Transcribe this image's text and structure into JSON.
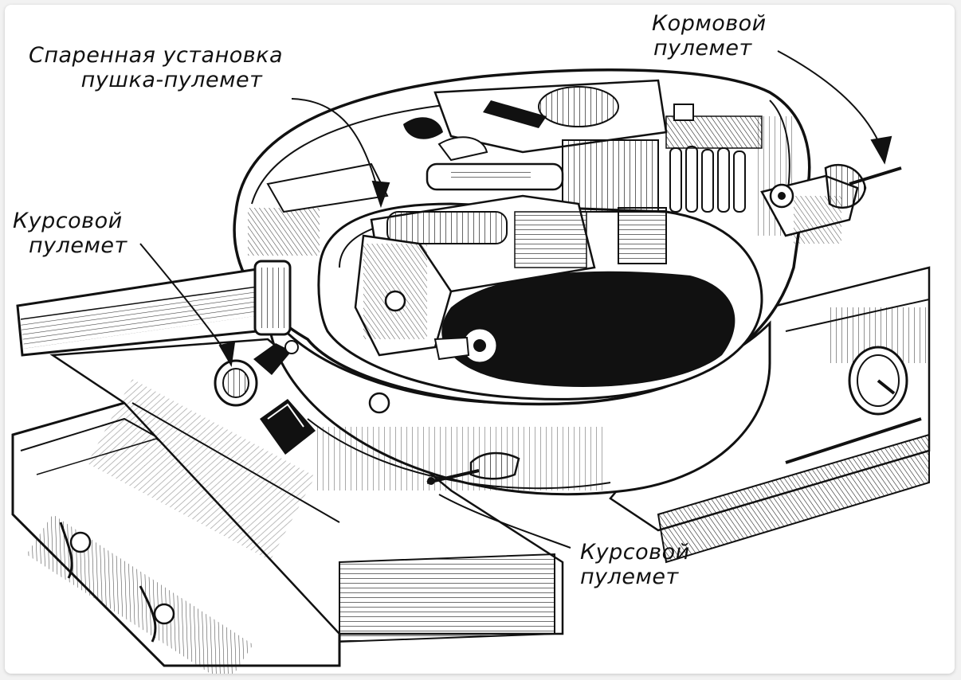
{
  "labels": {
    "coaxial": {
      "line1": "Спаренная установка",
      "line2": "пушка-пулемет"
    },
    "stern": {
      "line1": "Кормовой",
      "line2": "пулемет"
    },
    "bow_left": {
      "line1": "Курсовой",
      "line2": "пулемет"
    },
    "bow_bottom": {
      "line1": "Курсовой",
      "line2": "пулемет"
    }
  },
  "colors": {
    "ink": "#111111",
    "paper": "#ffffff",
    "background": "#f2f2f2"
  }
}
